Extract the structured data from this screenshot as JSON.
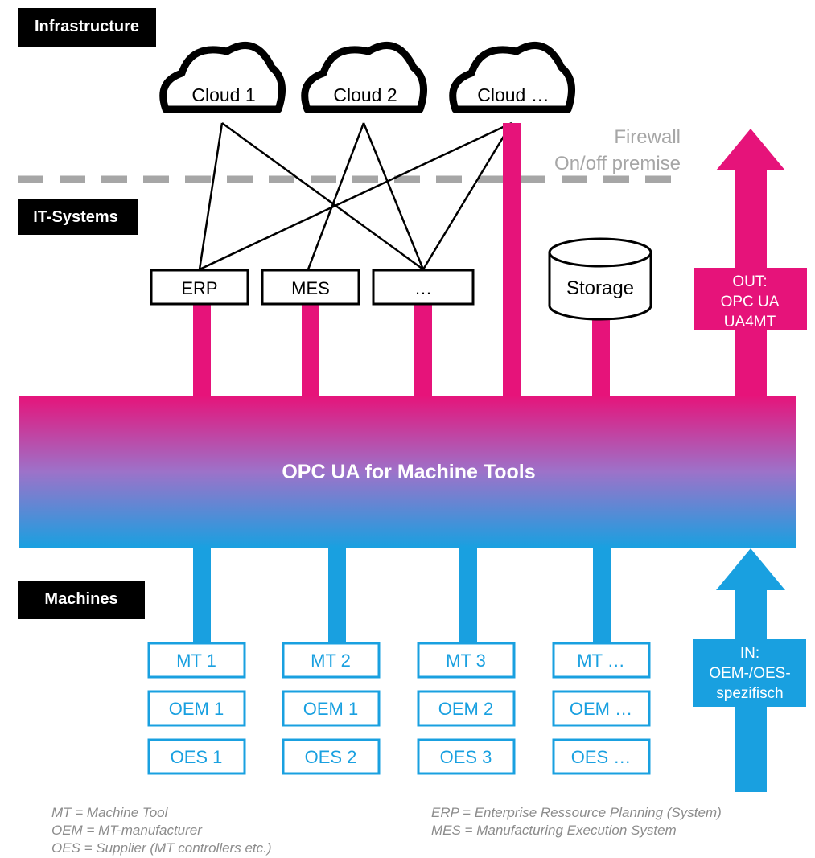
{
  "sections": {
    "infrastructure": "Infrastructure",
    "it_systems": "IT-Systems",
    "machines": "Machines"
  },
  "clouds": [
    "Cloud 1",
    "Cloud 2",
    "Cloud …"
  ],
  "firewall": {
    "line1": "Firewall",
    "line2": "On/off premise"
  },
  "it_boxes": [
    "ERP",
    "MES",
    "…"
  ],
  "storage": "Storage",
  "out_arrow": {
    "line1": "OUT:",
    "line2": "OPC UA",
    "line3": "UA4MT"
  },
  "in_arrow": {
    "line1": "IN:",
    "line2": "OEM-/OES-",
    "line3": "spezifisch"
  },
  "hub_label": "OPC UA for Machine Tools",
  "machines": [
    {
      "mt": "MT 1",
      "oem": "OEM 1",
      "oes": "OES 1"
    },
    {
      "mt": "MT 2",
      "oem": "OEM 1",
      "oes": "OES 2"
    },
    {
      "mt": "MT 3",
      "oem": "OEM 2",
      "oes": "OES 3"
    },
    {
      "mt": "MT …",
      "oem": "OEM …",
      "oes": "OES …"
    }
  ],
  "legend_left": [
    "MT = Machine Tool",
    "OEM = MT-manufacturer",
    "OES = Supplier (MT controllers etc.)"
  ],
  "legend_right": [
    "ERP = Enterprise Ressource Planning (System)",
    "MES = Manufacturing Execution System"
  ],
  "colors": {
    "magenta": "#e6137a",
    "blue": "#19a0e0",
    "gradient_mid": "#9d72c9",
    "label_bg": "#000000",
    "firewall": "#a6a6a6",
    "legend_text": "#8c8c8c"
  }
}
